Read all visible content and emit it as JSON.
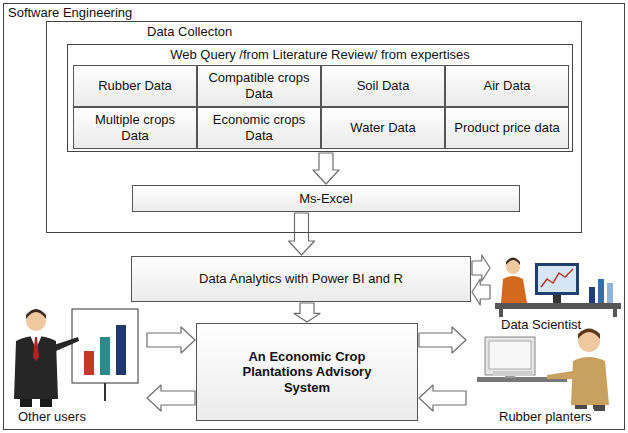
{
  "diagram": {
    "nodes": [
      {
        "text": [
          "Software Engineering"
        ]
      },
      {
        "text": [
          "Data Collecton"
        ],
        "in": 0
      },
      {
        "text": [
          "Web Query /from Literature Review/ from expertises"
        ],
        "in": 1
      },
      {
        "text": [
          "Rubber Data"
        ],
        "in": 2
      },
      {
        "text": [
          "Compatible crops Data"
        ],
        "in": 2
      },
      {
        "text": [
          "Soil Data"
        ],
        "in": 2
      },
      {
        "text": [
          "Air Data"
        ],
        "in": 2
      },
      {
        "text": [
          "Multiple crops Data"
        ],
        "in": 2
      },
      {
        "text": [
          "Economic crops Data"
        ],
        "in": 2
      },
      {
        "text": [
          "Water Data"
        ],
        "in": 2
      },
      {
        "text": [
          "Product price data"
        ],
        "in": 2
      },
      {
        "text": [
          "Ms-Excel"
        ],
        "in": 1
      },
      {
        "text": [
          "Data Analytics with Power BI and R"
        ],
        "in": 0
      },
      {
        "text": [
          "An Economic Crop Plantations Advisory System"
        ],
        "in": 0
      },
      {
        "text": [
          "Data Scientist"
        ],
        "in": 0
      },
      {
        "text": [
          "Other users"
        ],
        "in": 0
      },
      {
        "text": [
          "Rubber planters"
        ],
        "in": 0
      }
    ],
    "edges": [
      {
        "from": 2,
        "to": 11,
        "arrow": "to"
      },
      {
        "from": 11,
        "to": 12,
        "arrow": "to"
      },
      {
        "from": 12,
        "to": 13,
        "arrow": "to"
      },
      {
        "from": 12,
        "to": 14,
        "arrow": "to"
      },
      {
        "from": 14,
        "to": 12,
        "arrow": "to"
      },
      {
        "from": 15,
        "to": 13,
        "arrow": "to"
      },
      {
        "from": 13,
        "to": 15,
        "arrow": "to"
      },
      {
        "from": 13,
        "to": 16,
        "arrow": "to"
      },
      {
        "from": 16,
        "to": 13,
        "arrow": "to"
      }
    ]
  }
}
